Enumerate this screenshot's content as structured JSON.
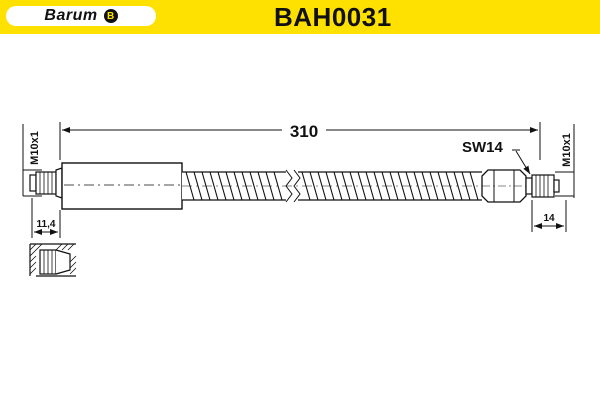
{
  "header": {
    "brand": "Barum",
    "brand_mark": "B",
    "part_number": "BAH0031"
  },
  "dimensions": {
    "length": "310",
    "wrench_size": "SW14",
    "thread_left": "M10x1",
    "thread_right": "M10x1",
    "dim_left": "11,4",
    "dim_right": "14"
  },
  "colors": {
    "header_bg": "#ffe100",
    "line": "#111111"
  }
}
